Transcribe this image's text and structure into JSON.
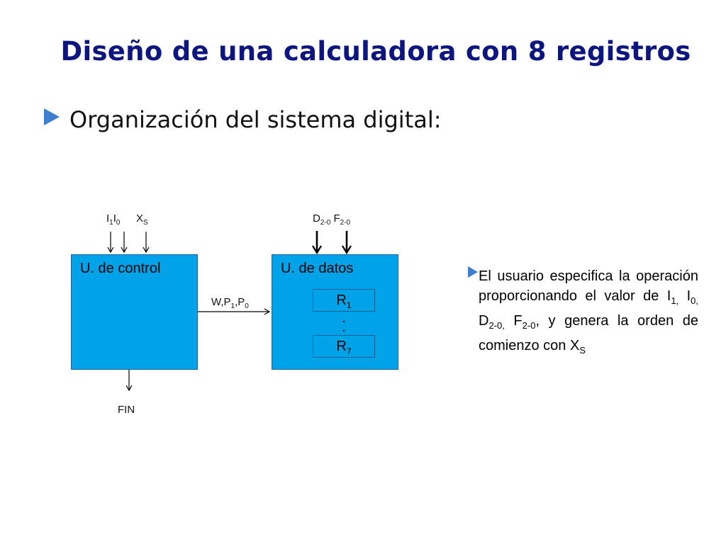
{
  "slide": {
    "title": "Diseño de una calculadora con 8 registros",
    "subtitle": "Organización del sistema digital:"
  },
  "diagram": {
    "control_unit": "U. de control",
    "data_unit": "U. de datos",
    "inputs_control": {
      "i1": "I",
      "i1_sub": "1",
      "i0": "I",
      "i0_sub": "0",
      "xs": "X",
      "xs_sub": "S"
    },
    "inputs_data": {
      "d": "D",
      "d_sub": "2-0",
      "f": "F",
      "f_sub": "2-0"
    },
    "link": {
      "w": "W,P",
      "p1_sub": "1",
      "p0": ",P",
      "p0_sub": "0"
    },
    "reg_first": {
      "r": "R",
      "sub": "1"
    },
    "reg_last": {
      "r": "R",
      "sub": "7"
    },
    "output": "FIN"
  },
  "description": {
    "p1": " El usuario especifica la operación proporcionando el valor de I",
    "s1": "1,",
    "p2": " I",
    "s2": "0,",
    "p3": " D",
    "s3": "2-0,",
    "p4": " F",
    "s4": "2-0",
    "p5": ", y genera la orden de comienzo con X",
    "s5": "S"
  },
  "colors": {
    "title": "#0d1580",
    "box": "#00a2e8",
    "bullet": "#3f7fd1"
  }
}
